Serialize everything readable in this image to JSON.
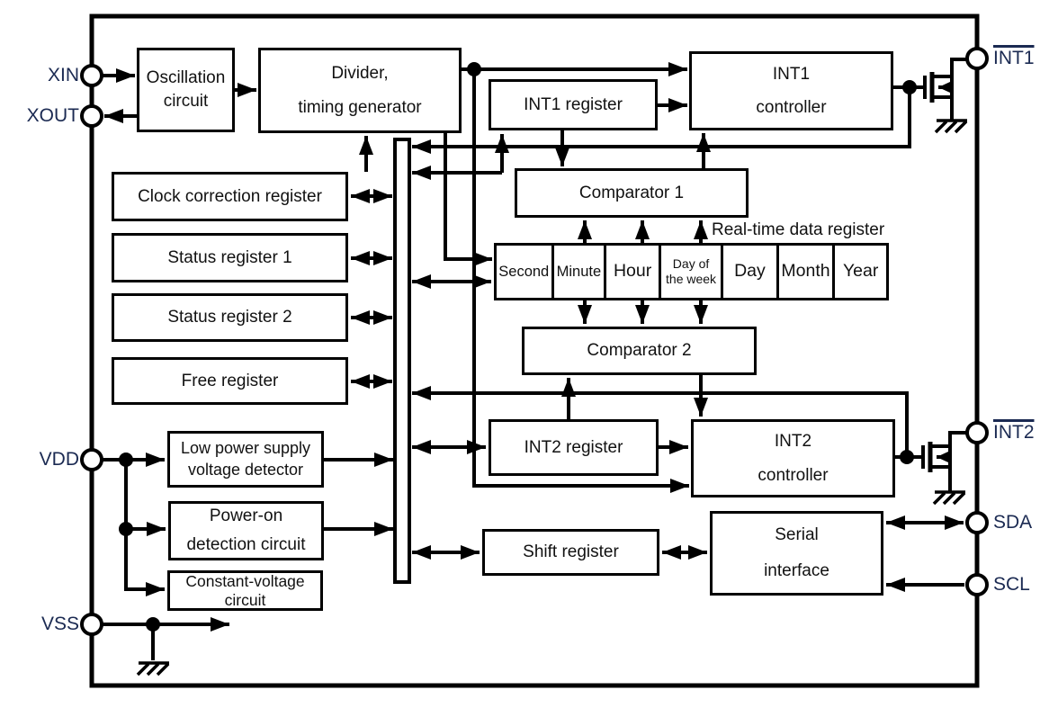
{
  "pins": {
    "xin": "XIN",
    "xout": "XOUT",
    "vdd": "VDD",
    "vss": "VSS",
    "int1": "INT1",
    "int2": "INT2",
    "sda": "SDA",
    "scl": "SCL"
  },
  "blocks": {
    "oscillation": "Oscillation\ncircuit",
    "divider": "Divider,\ntiming generator",
    "int1_register": "INT1 register",
    "int1_controller": "INT1\ncontroller",
    "clock_correction": "Clock correction register",
    "status_register_1": "Status register 1",
    "status_register_2": "Status register 2",
    "free_register": "Free register",
    "comparator1": "Comparator 1",
    "comparator2": "Comparator 2",
    "int2_register": "INT2 register",
    "int2_controller": "INT2\ncontroller",
    "low_power": "Low power supply\nvoltage detector",
    "power_on": "Power-on\ndetection circuit",
    "constant_voltage": "Constant-voltage\ncircuit",
    "shift_register": "Shift register",
    "serial_interface": "Serial\ninterface"
  },
  "rtc": {
    "label": "Real-time data register",
    "cells": [
      "Second",
      "Minute",
      "Hour",
      "Day of\nthe week",
      "Day",
      "Month",
      "Year"
    ]
  },
  "colors": {
    "line": "#000000",
    "text": "#111111",
    "pin_label": "#1b2a52",
    "background": "#ffffff"
  }
}
